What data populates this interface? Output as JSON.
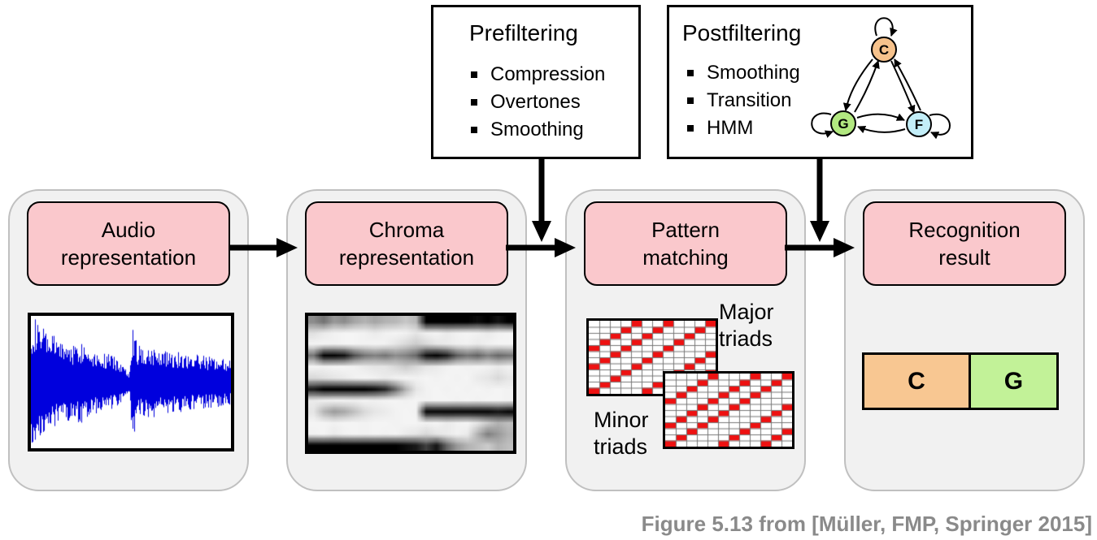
{
  "figure": {
    "caption": "Figure 5.13 from [Müller, FMP, Springer 2015]"
  },
  "stages": [
    {
      "label": "Audio\nrepresentation"
    },
    {
      "label": "Chroma\nrepresentation"
    },
    {
      "label": "Pattern\nmatching"
    },
    {
      "label": "Recognition\nresult"
    }
  ],
  "prefiltering": {
    "title": "Prefiltering",
    "items": [
      "Compression",
      "Overtones",
      "Smoothing"
    ]
  },
  "postfiltering": {
    "title": "Postfiltering",
    "items": [
      "Smoothing",
      "Transition",
      "HMM"
    ],
    "states": [
      {
        "label": "C",
        "color": "#f6c28c"
      },
      {
        "label": "G",
        "color": "#b2e880"
      },
      {
        "label": "F",
        "color": "#c3eef8"
      }
    ]
  },
  "pattern_matching": {
    "major_label": "Major\ntriads",
    "minor_label": "Minor\ntriads"
  },
  "recognition": {
    "segments": [
      {
        "label": "C",
        "color": "#f8c792",
        "width_pct": 55.5
      },
      {
        "label": "G",
        "color": "#c2f298",
        "width_pct": 44.5
      }
    ]
  },
  "colors": {
    "stage_header_fill": "#fac8cc",
    "stage_container_fill": "#f1f1f1",
    "arrow": "#000000",
    "waveform_blue": "#0000dd",
    "triad_red": "#ee1111",
    "caption_gray": "#8a8a8a"
  },
  "chart_data": {
    "waveform": {
      "type": "line",
      "name": "audio-waveform",
      "color": "#0000dd",
      "envelope": [
        0.95,
        1.0,
        0.9,
        0.85,
        0.8,
        0.76,
        0.72,
        0.68,
        0.65,
        0.62,
        0.6,
        0.62,
        0.65,
        0.63,
        0.58,
        0.54,
        0.5,
        0.48,
        0.46,
        0.44,
        0.42,
        0.38,
        0.32,
        0.24,
        0.16,
        0.97,
        0.62,
        0.55,
        0.6,
        0.57,
        0.55,
        0.57,
        0.53,
        0.5,
        0.52,
        0.49,
        0.47,
        0.48,
        0.45,
        0.44,
        0.45,
        0.43,
        0.42,
        0.42,
        0.41,
        0.4,
        0.39,
        0.38,
        0.37,
        0.36
      ]
    },
    "chromagram": {
      "type": "heatmap",
      "name": "chroma-representation",
      "rows": 12,
      "cols": 20,
      "values": [
        [
          0.45,
          0.55,
          0.4,
          0.45,
          0.35,
          0.3,
          0.35,
          0.3,
          0.28,
          0.22,
          0.28,
          1,
          1,
          1,
          1,
          1,
          0.95,
          1,
          0.92,
          1
        ],
        [
          0.12,
          0.08,
          0.05,
          0.04,
          0.04,
          0.05,
          0.08,
          0.05,
          0.04,
          0.05,
          0.1,
          0.05,
          0.04,
          0.08,
          0.05,
          0.04,
          0.05,
          0.08,
          0.05,
          0.04
        ],
        [
          0.04,
          0.04,
          0.05,
          0.04,
          0.04,
          0.05,
          0.04,
          0.05,
          0.1,
          0.15,
          0.2,
          0.15,
          0.1,
          0.08,
          0.06,
          0.05,
          0.08,
          0.05,
          0.04,
          0.04
        ],
        [
          0.55,
          1,
          1,
          0.95,
          0.7,
          0.55,
          0.5,
          0.55,
          0.45,
          0.5,
          0.6,
          0.95,
          1,
          0.9,
          0.65,
          0.55,
          0.62,
          0.5,
          0.6,
          0.55
        ],
        [
          0.04,
          0.05,
          0.04,
          0.04,
          0.05,
          0.08,
          0.1,
          0.1,
          0.15,
          0.2,
          0.15,
          0.1,
          0.08,
          0.05,
          0.04,
          0.05,
          0.04,
          0.05,
          0.08,
          0.05
        ],
        [
          0.15,
          0.12,
          0.1,
          0.08,
          0.05,
          0.04,
          0.05,
          0.08,
          0.05,
          0.04,
          0.05,
          0.04,
          0.05,
          0.04,
          0.05,
          0.04,
          0.08,
          0.1,
          0.15,
          0.1
        ],
        [
          0.9,
          1,
          1,
          1,
          1,
          1,
          0.95,
          0.85,
          0.6,
          0.3,
          0.1,
          0.05,
          0.04,
          0.05,
          0.04,
          0.05,
          0.04,
          0.05,
          0.04,
          0.05
        ],
        [
          0.08,
          0.05,
          0.04,
          0.04,
          0.05,
          0.04,
          0.05,
          0.04,
          0.04,
          0.05,
          0.04,
          0.05,
          0.04,
          0.04,
          0.05,
          0.04,
          0.05,
          0.04,
          0.04,
          0.05
        ],
        [
          0.1,
          0.3,
          0.4,
          0.35,
          0.25,
          0.15,
          0.1,
          0.08,
          0.05,
          0.04,
          0.05,
          1,
          1,
          1,
          1,
          1,
          1,
          1,
          0.95,
          1
        ],
        [
          0.04,
          0.04,
          0.05,
          0.04,
          0.04,
          0.05,
          0.04,
          0.04,
          0.05,
          0.04,
          0.04,
          0.05,
          0.04,
          0.08,
          0.05,
          0.04,
          0.1,
          0.2,
          0.3,
          0.25
        ],
        [
          0.05,
          0.04,
          0.08,
          0.05,
          0.04,
          0.05,
          0.04,
          0.05,
          0.04,
          0.08,
          0.1,
          0.15,
          0.1,
          0.08,
          0.05,
          0.08,
          0.3,
          0.5,
          0.4,
          0.3
        ],
        [
          1,
          1,
          1,
          1,
          1,
          1,
          1,
          1,
          1,
          0.95,
          0.9,
          0.75,
          0.92,
          0.6,
          0.4,
          0.3,
          0.25,
          0.2,
          0.3,
          0.25
        ]
      ]
    },
    "major_grid": {
      "type": "heatmap",
      "name": "major-triad-templates",
      "rows": 12,
      "cols": 12,
      "intervals": [
        0,
        4,
        7
      ],
      "cell_color": "#ee1111"
    },
    "minor_grid": {
      "type": "heatmap",
      "name": "minor-triad-templates",
      "rows": 12,
      "cols": 12,
      "intervals": [
        0,
        3,
        7
      ],
      "cell_color": "#ee1111"
    }
  }
}
